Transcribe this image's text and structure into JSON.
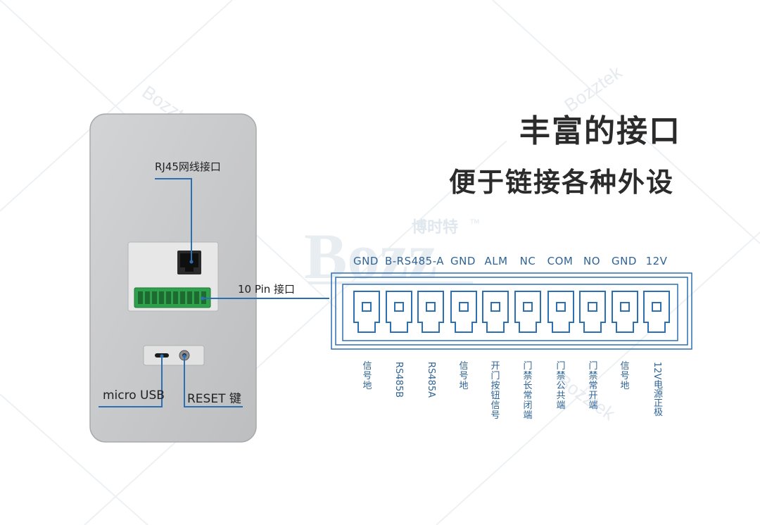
{
  "headline": {
    "title": "丰富的接口",
    "subtitle": "便于链接各种外设"
  },
  "watermark": {
    "brand": "Bozz",
    "brand_cn": "博时特",
    "tm": "TM",
    "diagonal_text": "Bozztek"
  },
  "callouts": {
    "rj45": "RJ45网线接口",
    "pin10": "10 Pin 接口",
    "micro_usb": "micro USB",
    "reset": "RESET 键"
  },
  "terminal_block": {
    "pins": [
      {
        "code": "GND",
        "desc": "信号地"
      },
      {
        "code": "B-RS485-A",
        "desc": "RS485B"
      },
      {
        "code": "",
        "desc": "RS485A"
      },
      {
        "code": "GND",
        "desc": "信号地"
      },
      {
        "code": "ALM",
        "desc": "开门按钮信号"
      },
      {
        "code": "NC",
        "desc": "门禁长常闭端"
      },
      {
        "code": "COM",
        "desc": "门禁公共端"
      },
      {
        "code": "NO",
        "desc": "门禁常开端"
      },
      {
        "code": "GND",
        "desc": "信号地"
      },
      {
        "code": "12V",
        "desc": "12V电源正极"
      }
    ]
  },
  "colors": {
    "line_blue": "#2d6fb3",
    "text_blue": "#2f6496",
    "panel_silver": "#c6c7c8",
    "connector_green": "#2fa04c"
  }
}
